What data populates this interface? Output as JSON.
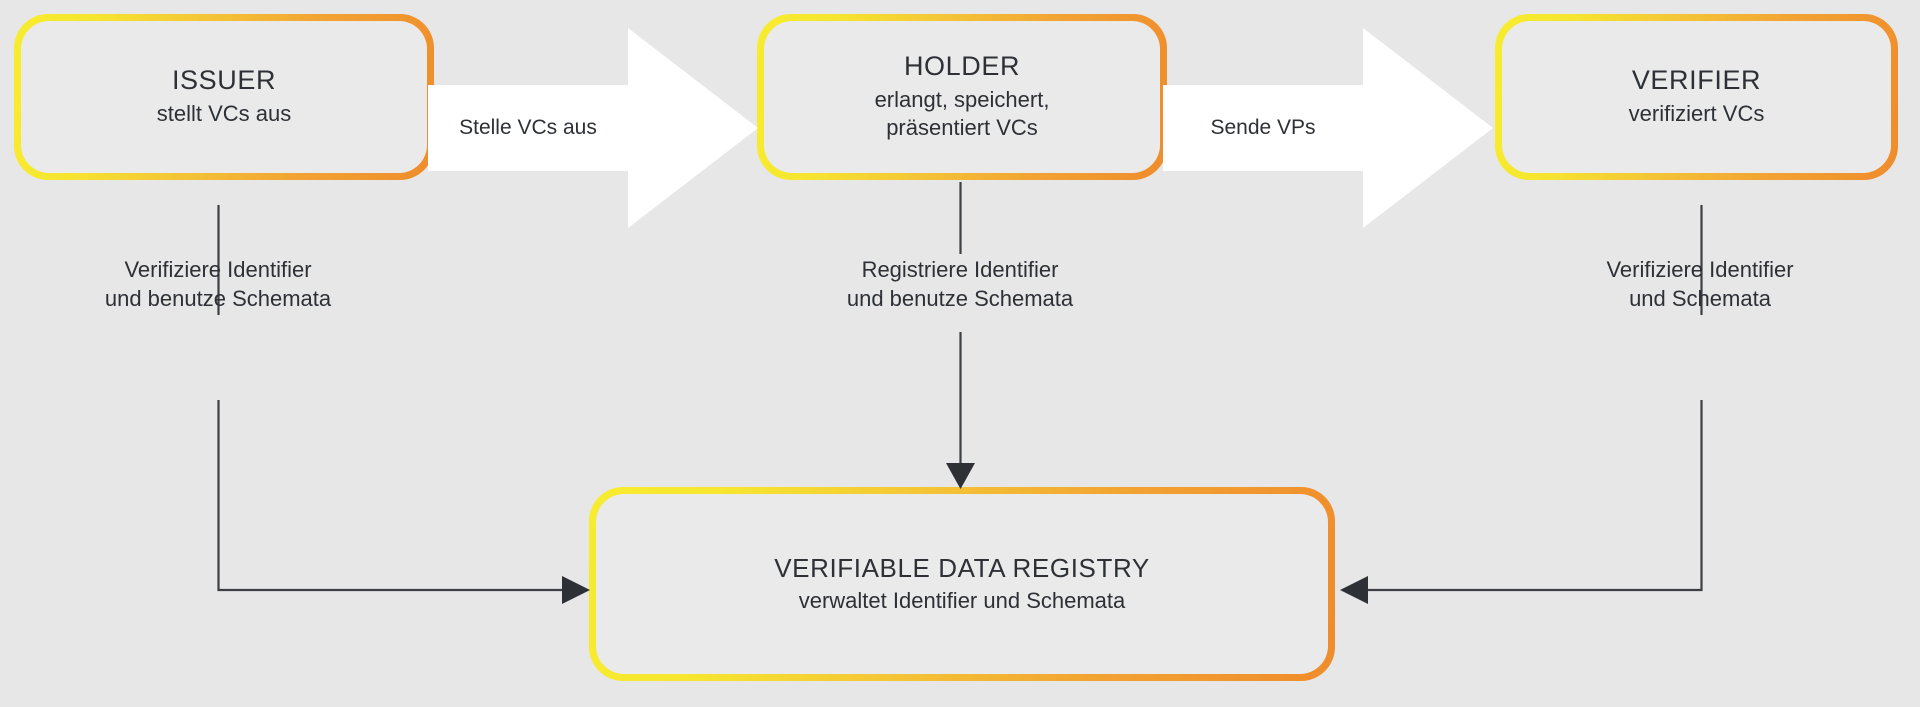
{
  "diagram": {
    "background_color": "#e7e7e8",
    "accent_start_color": "#f7ec2f",
    "accent_end_color": "#ef8c2c",
    "line_color": "#3c4044",
    "text_color": "#2d3136",
    "arrow_fill_color": "#ffffff"
  },
  "nodes": {
    "issuer": {
      "title": "ISSUER",
      "subtitle": "stellt VCs aus"
    },
    "holder": {
      "title": "HOLDER",
      "subtitle": "erlangt, speichert,\npräsentiert VCs"
    },
    "verifier": {
      "title": "VERIFIER",
      "subtitle": "verifiziert VCs"
    },
    "registry": {
      "title": "VERIFIABLE DATA REGISTRY",
      "subtitle": "verwaltet Identifier und Schemata"
    }
  },
  "flow_arrows": [
    {
      "label": "Stelle VCs aus",
      "from": "issuer",
      "to": "holder"
    },
    {
      "label": "Sende VPs",
      "from": "holder",
      "to": "verifier"
    }
  ],
  "captions": {
    "issuer_to_registry": "Verifiziere Identifier\nund benutze Schemata",
    "holder_to_registry": "Registriere Identifier\nund benutze Schemata",
    "verifier_to_registry": "Verifiziere Identifier\nund Schemata"
  }
}
